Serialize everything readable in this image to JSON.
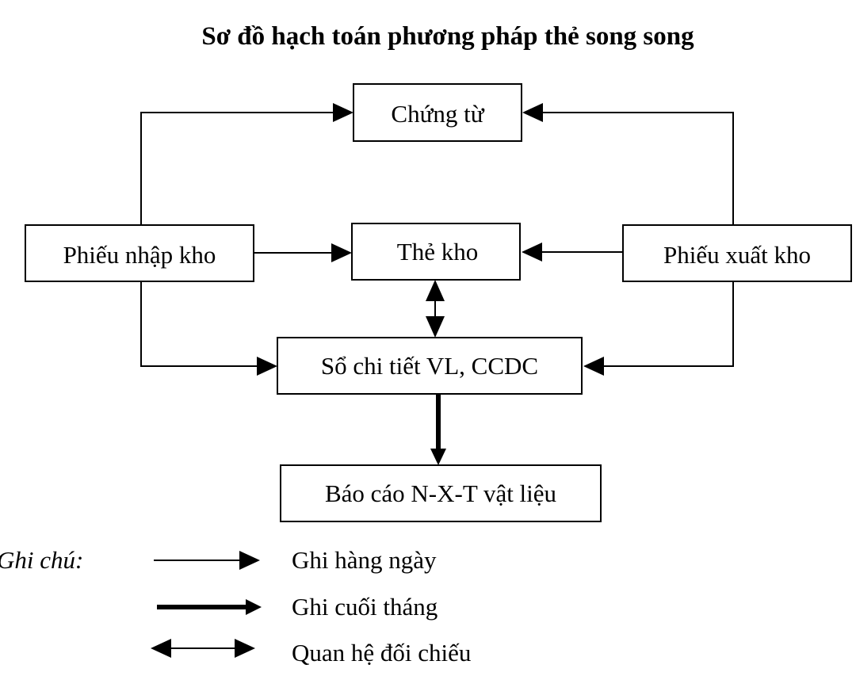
{
  "title": "Sơ đồ hạch toán phương pháp thẻ song song",
  "nodes": {
    "chung_tu": "Chứng từ",
    "the_kho": "Thẻ kho",
    "phieu_nhap_kho": "Phiếu nhập kho",
    "phieu_xuat_kho": "Phiếu xuất kho",
    "so_chi_tiet": "Sổ chi tiết VL, CCDC",
    "bao_cao": "Báo cáo N-X-T vật liệu"
  },
  "legend": {
    "title": "Ghi chú:",
    "items": [
      {
        "label": "Ghi hàng ngày",
        "style": "thin-arrow"
      },
      {
        "label": "Ghi cuối tháng",
        "style": "thick-arrow"
      },
      {
        "label": "Quan hệ đối chiếu",
        "style": "double-arrow"
      }
    ]
  },
  "connections": [
    {
      "from": "phieu_nhap_kho",
      "to": "chung_tu",
      "style": "thin-arrow"
    },
    {
      "from": "phieu_xuat_kho",
      "to": "chung_tu",
      "style": "thin-arrow"
    },
    {
      "from": "phieu_nhap_kho",
      "to": "the_kho",
      "style": "thin-arrow"
    },
    {
      "from": "phieu_xuat_kho",
      "to": "the_kho",
      "style": "thin-arrow"
    },
    {
      "from": "phieu_nhap_kho",
      "to": "so_chi_tiet",
      "style": "thin-arrow"
    },
    {
      "from": "phieu_xuat_kho",
      "to": "so_chi_tiet",
      "style": "thin-arrow"
    },
    {
      "from": "the_kho",
      "to": "so_chi_tiet",
      "style": "double-arrow"
    },
    {
      "from": "so_chi_tiet",
      "to": "bao_cao",
      "style": "thick-arrow"
    }
  ]
}
